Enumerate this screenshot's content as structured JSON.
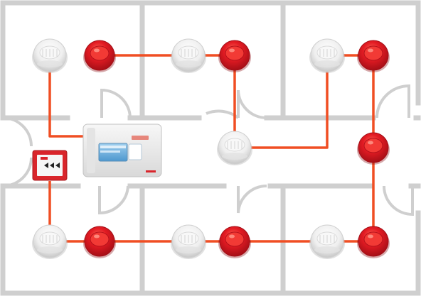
{
  "diagram": {
    "kind": "fire-alarm-loop-floor-plan",
    "colors": {
      "wall": "#cfcfcf",
      "background": "#ffffff",
      "cable": "#f04e23",
      "sounder_red": "#e31b23",
      "sounder_dark": "#b5121b",
      "detector_white": "#f1f1f1",
      "detector_shadow": "#c9c9c9",
      "panel_body": "#ececec",
      "panel_screen": "#6fb2e0",
      "call_point_red": "#d9252b"
    },
    "rooms": [
      "top-left",
      "top-middle",
      "top-right",
      "bottom-left",
      "bottom-middle",
      "bottom-right"
    ],
    "devices": [
      {
        "id": "detector-1",
        "type": "smoke-detector-icon",
        "room": "top-left"
      },
      {
        "id": "sounder-1",
        "type": "sounder-beacon-icon",
        "room": "top-left"
      },
      {
        "id": "detector-2",
        "type": "smoke-detector-icon",
        "room": "top-middle"
      },
      {
        "id": "sounder-2",
        "type": "sounder-beacon-icon",
        "room": "top-middle"
      },
      {
        "id": "detector-3",
        "type": "smoke-detector-icon",
        "room": "top-right"
      },
      {
        "id": "sounder-3",
        "type": "sounder-beacon-icon",
        "room": "top-right"
      },
      {
        "id": "detector-4",
        "type": "smoke-detector-icon",
        "room": "corridor"
      },
      {
        "id": "sounder-4",
        "type": "sounder-beacon-icon",
        "room": "corridor"
      },
      {
        "id": "detector-5",
        "type": "smoke-detector-icon",
        "room": "bottom-left"
      },
      {
        "id": "sounder-5",
        "type": "sounder-beacon-icon",
        "room": "bottom-left"
      },
      {
        "id": "detector-6",
        "type": "smoke-detector-icon",
        "room": "bottom-middle"
      },
      {
        "id": "sounder-6",
        "type": "sounder-beacon-icon",
        "room": "bottom-middle"
      },
      {
        "id": "detector-7",
        "type": "smoke-detector-icon",
        "room": "bottom-right"
      },
      {
        "id": "sounder-7",
        "type": "sounder-beacon-icon",
        "room": "bottom-right"
      },
      {
        "id": "control-panel",
        "type": "fire-alarm-panel-icon",
        "room": "corridor"
      },
      {
        "id": "call-point",
        "type": "manual-call-point-icon",
        "room": "corridor"
      }
    ]
  }
}
